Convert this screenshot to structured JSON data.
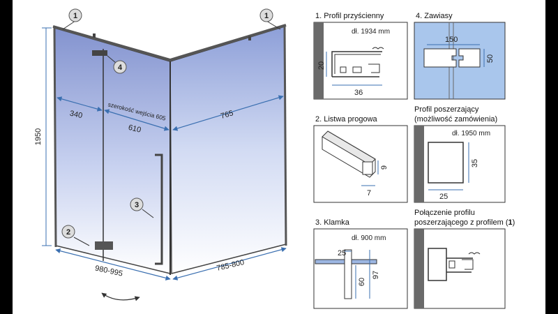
{
  "main_view": {
    "height": "1950",
    "width_left": "980-995",
    "width_right": "785-800",
    "fixed_panel": "340",
    "entry_label": "szerokość wejścia 605",
    "door_width": "610",
    "side_panel": "765",
    "callouts": [
      "1",
      "1",
      "2",
      "3",
      "4"
    ]
  },
  "details": {
    "profile_wall": {
      "title": "1. Profil przyścienny",
      "length": "dł. 1934 mm",
      "h": "20",
      "w": "36"
    },
    "hinges": {
      "title": "4. Zawiasy",
      "w": "150",
      "h": "50"
    },
    "threshold": {
      "title": "2. Listwa progowa",
      "h": "9",
      "w": "7"
    },
    "extension": {
      "title_line1": "Profil poszerzający",
      "title_line2": "(możliwość zamówienia)",
      "length": "dł. 1950 mm",
      "h": "35",
      "w": "25"
    },
    "handle": {
      "title": "3. Klamka",
      "length": "dł. 900 mm",
      "a": "25",
      "b": "60",
      "c": "97"
    },
    "connection": {
      "title_line1": "Połączenie profilu",
      "title_line2_prefix": "poszerzającego z profilem (",
      "title_line2_num": "1",
      "title_line2_suffix": ")"
    }
  },
  "colors": {
    "glass_top": "#8fa3d6",
    "glass_bottom": "#ffffff",
    "dim_line": "#3a6fb0",
    "detail_bg": "#a9c6ec",
    "wall": "#6a6a6a"
  }
}
